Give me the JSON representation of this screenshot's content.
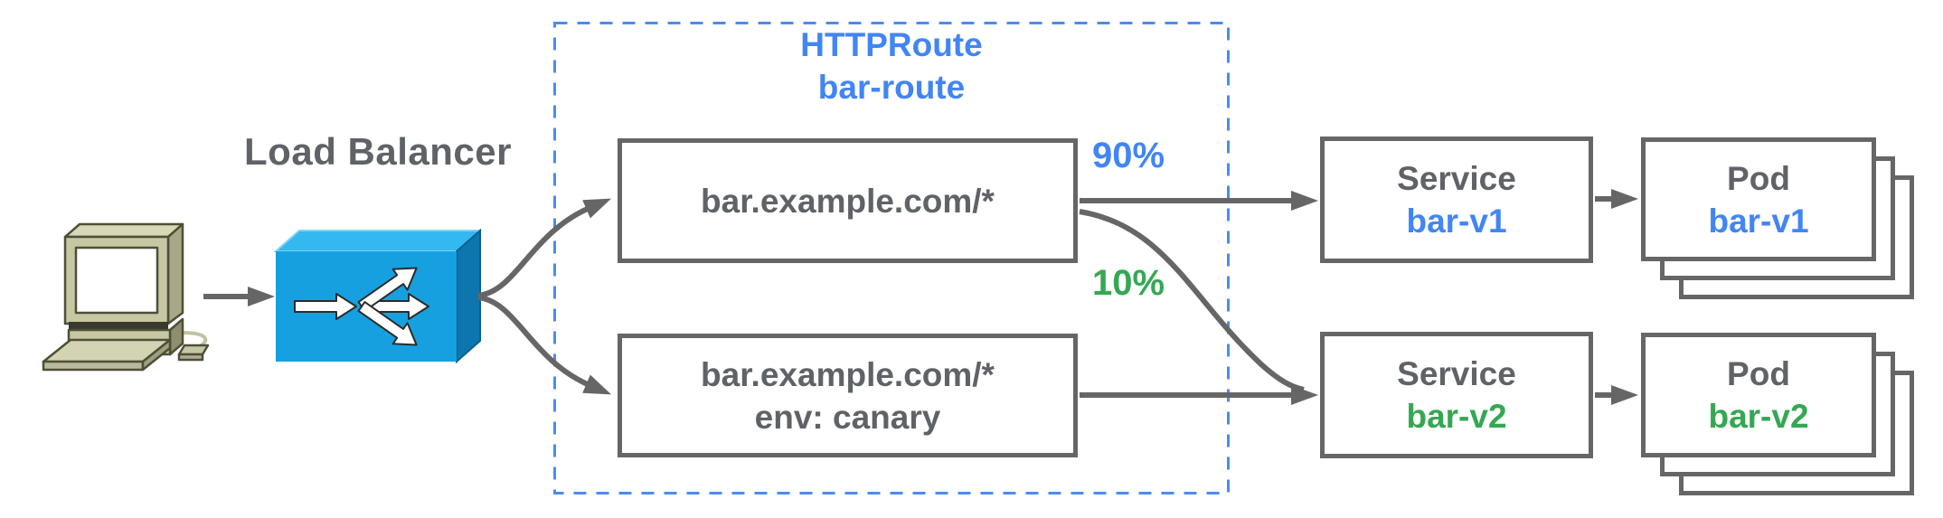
{
  "client": {
    "icon": "desktop-computer"
  },
  "load_balancer": {
    "label": "Load Balancer",
    "icon": "load-balancer-cube"
  },
  "httproute": {
    "kind": "HTTPRoute",
    "name": "bar-route",
    "rules": [
      {
        "match": "bar.example.com/*",
        "weight": "90%"
      },
      {
        "match": "bar.example.com/*",
        "header": "env: canary",
        "weight": "10%"
      }
    ]
  },
  "backends": [
    {
      "service_kind": "Service",
      "service_name": "bar-v1",
      "pod_kind": "Pod",
      "pod_name": "bar-v1",
      "accent": "#4285f4"
    },
    {
      "service_kind": "Service",
      "service_name": "bar-v2",
      "pod_kind": "Pod",
      "pod_name": "bar-v2",
      "accent": "#34a853"
    }
  ],
  "colors": {
    "blue_accent": "#4285f4",
    "green_accent": "#34a853",
    "text_gray": "#5f6368",
    "box_border": "#666666",
    "dashed_border": "#4b8bf4",
    "arrow": "#666666",
    "lb_cube_front": "#17a0df",
    "lb_cube_top": "#33b8ef",
    "lb_cube_side": "#0d76ae",
    "computer_body": "#c7c7a4"
  }
}
